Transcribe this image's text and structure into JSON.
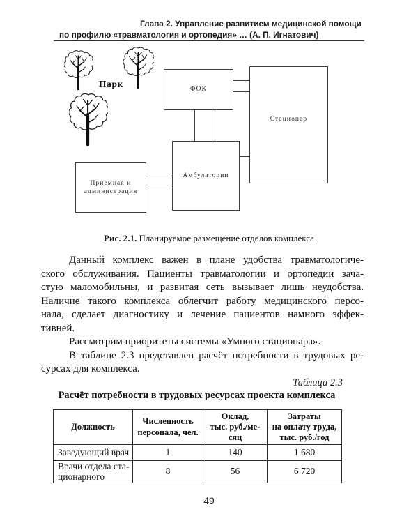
{
  "header": {
    "line1": "Глава 2. Управление развитием медицинской помощи",
    "line2": "по профилю «травматология и ортопедия» … (А. П. Игнатович)"
  },
  "figure": {
    "park_label": "Парк",
    "box_fok": "ФОК",
    "box_stationar": "Стационар",
    "box_ambulatory": "Амбулатории",
    "box_reception": "Приемная и\nадминистрация",
    "caption_label": "Рис. 2.1.",
    "caption_text": " Планируемое размещение отделов комплекса"
  },
  "body": {
    "lines": [
      "Данный комплекс важен в плане удобства травматологиче-",
      "ского обслуживания. Пациенты травматологии и ортопедии зача-",
      "стую маломобильны, и развитая сеть вызывает лишь неудобства.",
      "Наличие такого комплекса облегчит работу медицинского персо-",
      "нала, сделает диагностику и лечение пациентов намного эффек-",
      "тивней.",
      "Рассмотрим приоритеты системы «Умного стационара».",
      "В таблице 2.3 представлен расчёт потребности в трудовых ре-",
      "сурсах для комплекса."
    ]
  },
  "table": {
    "label": "Таблица 2.3",
    "title": "Расчёт потребности в трудовых ресурсах проекта комплекса",
    "headers": [
      "Должность",
      "Численность\nперсонала, чел.",
      "Оклад,\nтыс. руб./ме-\nсяц",
      "Затраты\nна оплату труда,\nтыс. руб./год"
    ],
    "rows": [
      [
        "Заведующий врач",
        "1",
        "140",
        "1 680"
      ],
      [
        "Врачи отдела ста-\nционарного",
        "8",
        "56",
        "6 720"
      ]
    ]
  },
  "footer": {
    "page_number": "49"
  }
}
